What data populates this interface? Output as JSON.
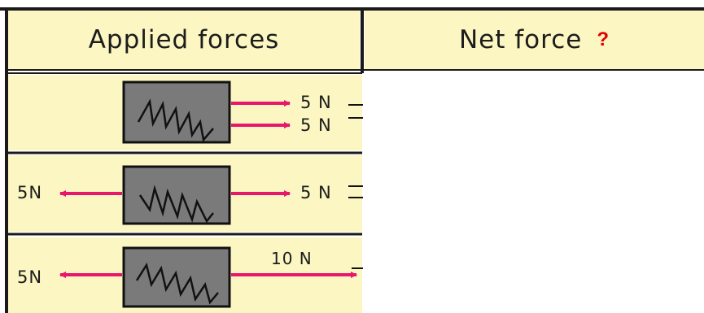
{
  "table": {
    "header_left": "Applied forces",
    "header_right": "Net force",
    "header_right_mark": "?",
    "rows": [
      {
        "right_labels": [
          "5 N",
          "5 N"
        ],
        "left_label": ""
      },
      {
        "left_label": "5N",
        "right_labels": [
          "5 N"
        ]
      },
      {
        "left_label": "5N",
        "right_labels": [
          "10 N"
        ]
      }
    ]
  },
  "colors": {
    "arrow": "#e8176b",
    "block": "#7a7a7a",
    "row_bg": "#fbf6c2",
    "qmark": "#e00000"
  }
}
